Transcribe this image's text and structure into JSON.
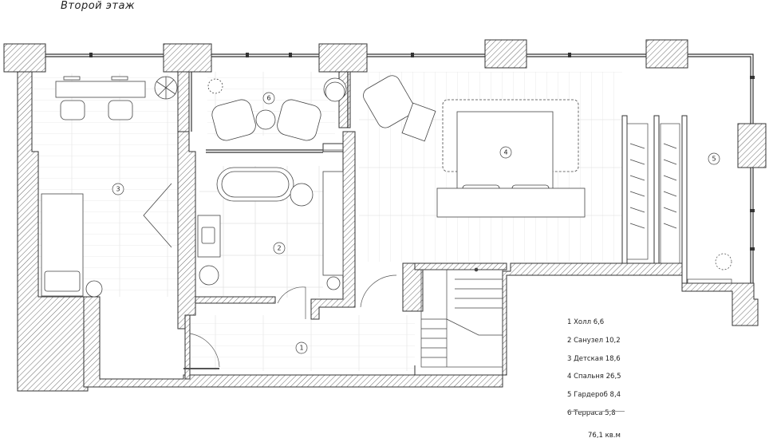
{
  "title": "Второй этаж",
  "rooms": [
    {
      "num": "1",
      "label": "1 Холл 6,6"
    },
    {
      "num": "2",
      "label": "2 Санузел 10,2"
    },
    {
      "num": "3",
      "label": "3 Детская 18,6"
    },
    {
      "num": "4",
      "label": "4 Спальня 26,5"
    },
    {
      "num": "5",
      "label": "5 Гардероб 8,4"
    },
    {
      "num": "6",
      "label": "6 Терраса 5,8"
    }
  ],
  "total": "76,1 кв.м"
}
